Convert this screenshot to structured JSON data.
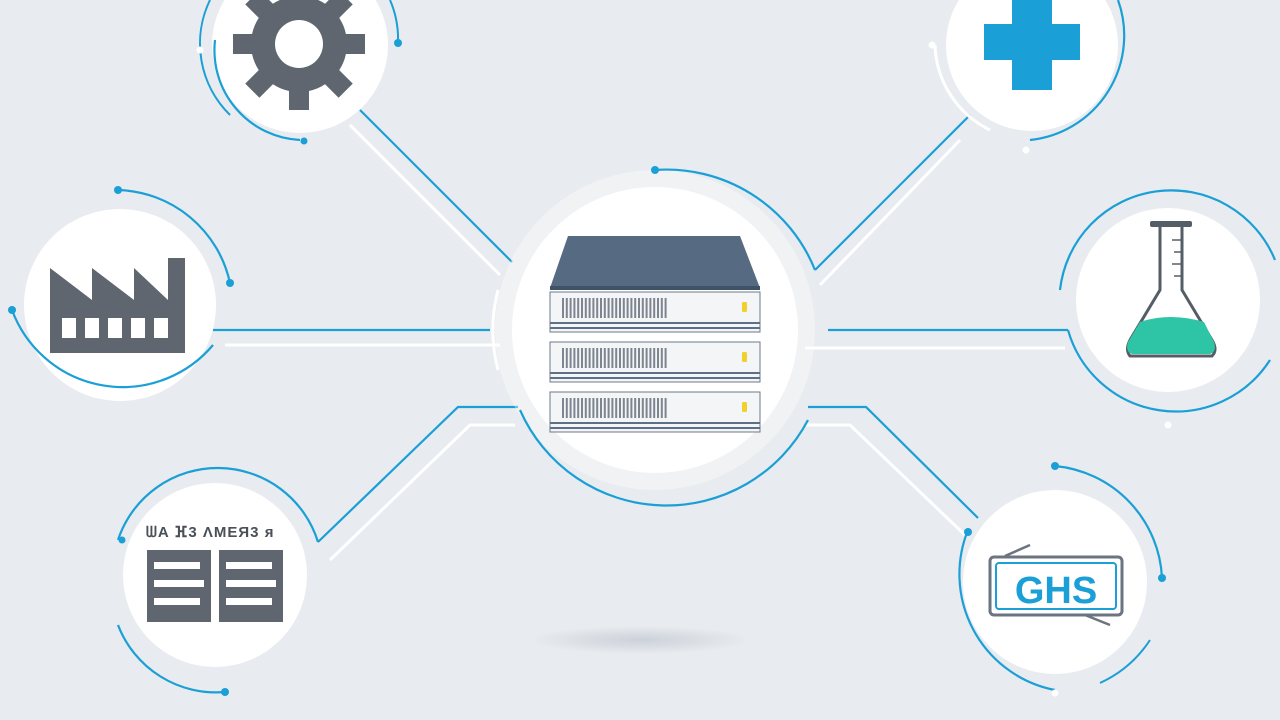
{
  "colors": {
    "background": "#e8ebef",
    "connector": "#1a9fd6",
    "connector_shadow": "#ffffff",
    "node_fill": "#ffffff",
    "icon_gray": "#5f6670",
    "server_roof": "#566b82",
    "server_led": "#f0d02a",
    "medical_cross": "#1a9fd6",
    "liquid": "#2ec4a6",
    "ghs_text": "#1a9fd6"
  },
  "hub": {
    "icon": "server-rack-icon"
  },
  "nodes": [
    {
      "id": "settings",
      "icon": "gear-icon"
    },
    {
      "id": "medical",
      "icon": "medical-cross-icon"
    },
    {
      "id": "manufacturing",
      "icon": "factory-icon"
    },
    {
      "id": "laboratory",
      "icon": "flask-icon"
    },
    {
      "id": "documents",
      "icon": "document-sheet-icon"
    },
    {
      "id": "ghs",
      "icon": "ghs-label-icon",
      "label": "GHS"
    }
  ],
  "document_header_text": "ᗯA ⴼ3 ɅMEЯ3 ᴙ"
}
